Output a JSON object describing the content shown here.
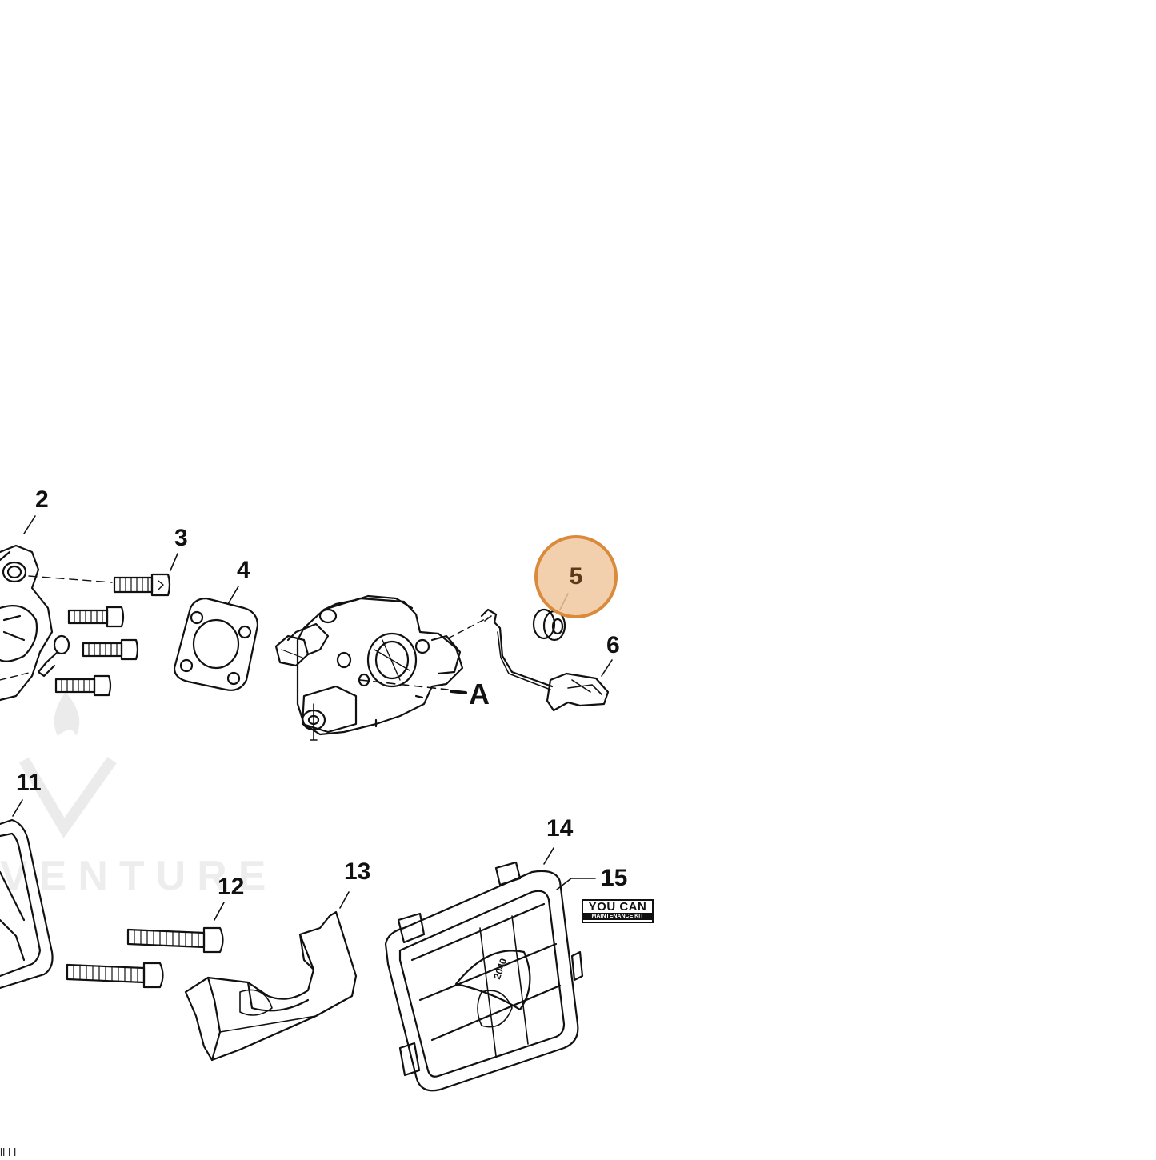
{
  "parts": {
    "p2": "2",
    "p3": "3",
    "p4": "4",
    "p5": "5",
    "p6": "6",
    "p11": "11",
    "p12": "12",
    "p13": "13",
    "p14": "14",
    "p15": "15",
    "ref_a": "A"
  },
  "highlighted_part": "5",
  "highlight_color": "#d98a3a",
  "watermark": "VENTURE",
  "kit_logo": {
    "top": "YOU CAN",
    "bottom": "MAINTENANCE KIT"
  },
  "filter_print": "2040",
  "footer": "ll l l"
}
